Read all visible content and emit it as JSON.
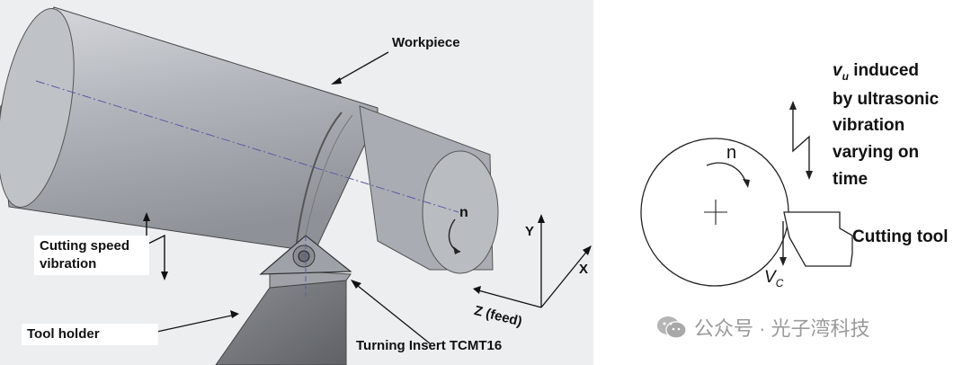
{
  "left_panel": {
    "workpiece_label": "Workpiece",
    "cutting_speed_vibration_line1": "Cutting speed",
    "cutting_speed_vibration_line2": "vibration",
    "tool_holder_label": "Tool holder",
    "insert_label": "Turning Insert TCMT16",
    "rotation_label": "n",
    "axis_y": "Y",
    "axis_x": "X",
    "axis_z": "Z (feed)"
  },
  "right_panel": {
    "vu_symbol": "v",
    "vu_subscript": "u",
    "vu_line1_rest": " induced",
    "vu_line2": "by ultrasonic",
    "vu_line3": "vibration",
    "vu_line4": "varying on",
    "vu_line5": "time",
    "rotation_label": "n",
    "cutting_tool_label": "Cutting tool",
    "vc_symbol": "V",
    "vc_subscript": "C"
  },
  "watermark": {
    "text": "公众号 · 光子湾科技",
    "icon": "wechat-icon"
  },
  "colors": {
    "cylinder": "#b8bcc2",
    "background": "#eceef0",
    "axis_line": "#5a5aa0"
  }
}
